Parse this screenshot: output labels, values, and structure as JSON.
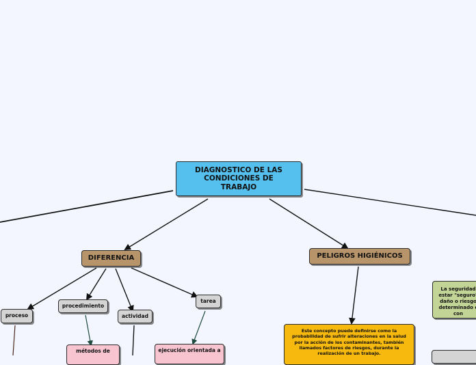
{
  "root": {
    "title": "DIAGNOSTICO DE LAS CONDICIONES DE TRABAJO"
  },
  "branches": {
    "diferencia": "DIFERENCIA",
    "peligros": "PELIGROS HIGIÉNICOS"
  },
  "sub_nodes": {
    "proceso": "proceso",
    "procedimiento": "procedimiento",
    "actividad": "actividad",
    "tarea": "tarea"
  },
  "leaf_nodes": {
    "metodos": "métodos de",
    "ejecucion": "ejecución orientada a",
    "peligros_desc": "Este concepto puede definirse como la probabilidad de sufrir alteraciones en la salud por la acción de los contaminantes, también llamados factores de riesgos, durante la realización de un trabajo.",
    "seguridad": "La seguridad estar \"seguro\" daño o riesgo determinado c con"
  },
  "colors": {
    "background": "#f3f6fe",
    "root": "#55c0ee",
    "branch": "#b8946b",
    "sub": "#d4d4d4",
    "leaf_pink": "#f7c4d0",
    "leaf_yellow": "#f7b90d",
    "leaf_green": "#c3d497"
  }
}
